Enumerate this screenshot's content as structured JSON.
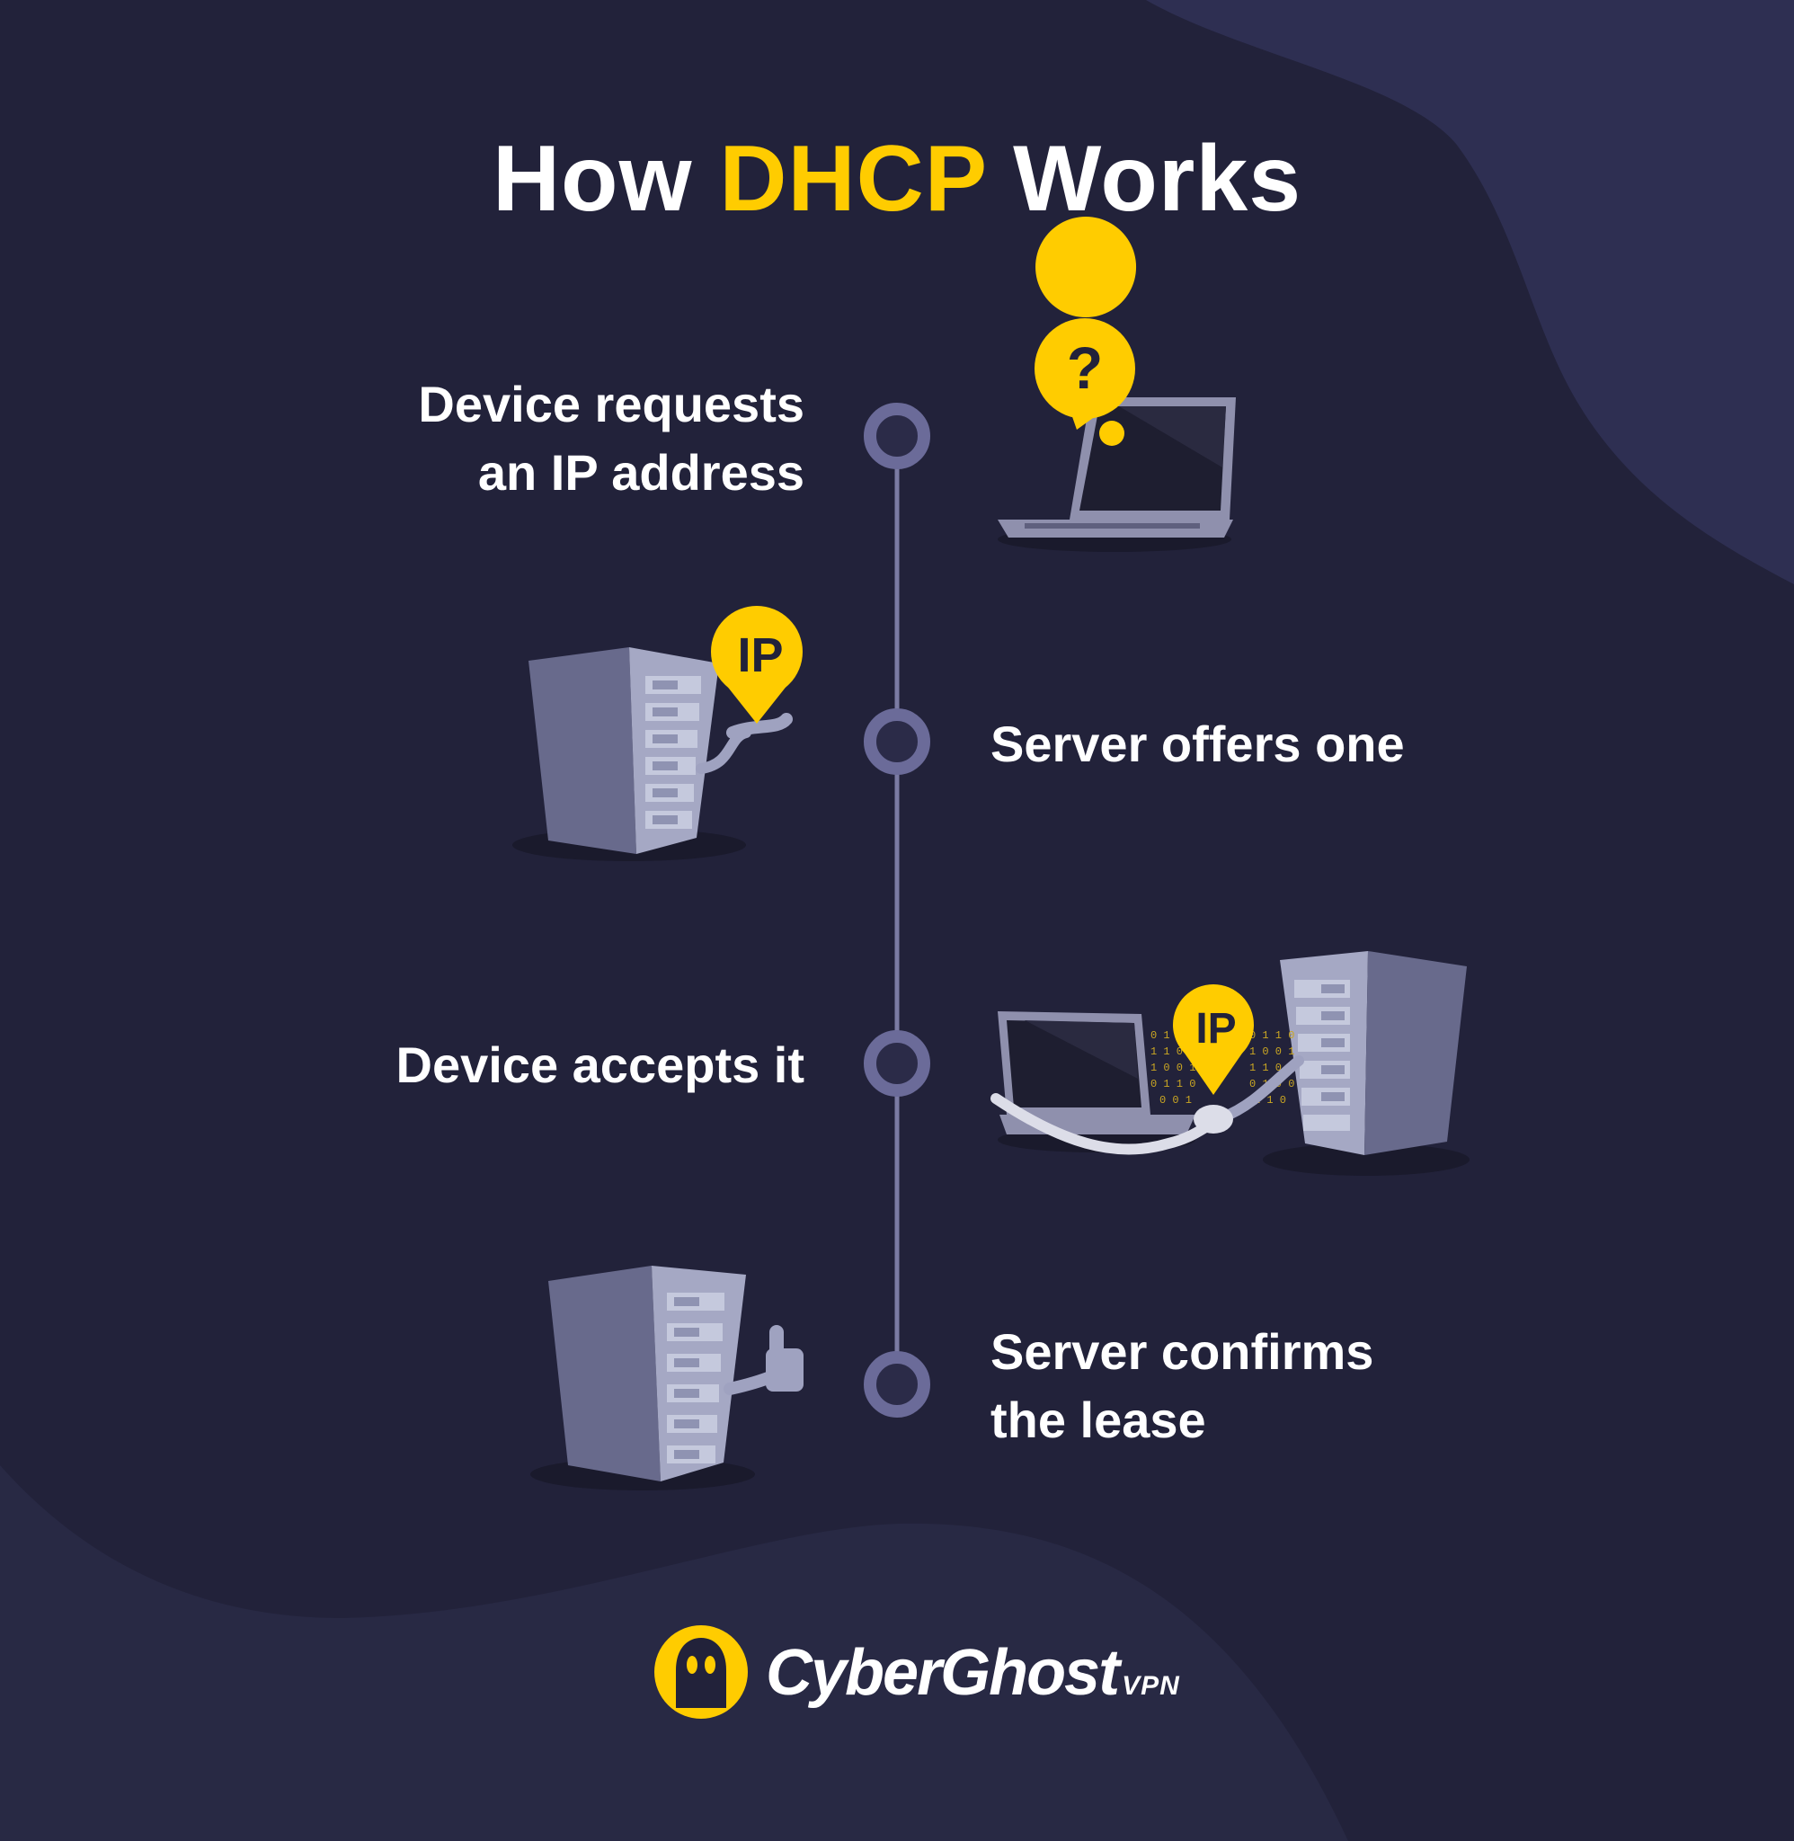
{
  "title": {
    "prefix": "How ",
    "highlight": "DHCP",
    "suffix": " Works"
  },
  "steps": [
    {
      "lines": [
        "Device requests",
        "an IP address"
      ],
      "side": "left",
      "illustration": "laptop-question-icon"
    },
    {
      "lines": [
        "Server offers one"
      ],
      "side": "right",
      "illustration": "server-offering-ip-icon"
    },
    {
      "lines": [
        "Device accepts it"
      ],
      "side": "left",
      "illustration": "laptop-server-handshake-icon"
    },
    {
      "lines": [
        "Server confirms",
        "the lease"
      ],
      "side": "right",
      "illustration": "server-thumbs-up-icon"
    }
  ],
  "badges": {
    "question": "?",
    "ip": "IP"
  },
  "logo": {
    "name": "CyberGhost",
    "suffix": "VPN"
  },
  "colors": {
    "background": "#22223a",
    "blob": "#2e2f52",
    "accent": "#ffcc00",
    "timeline": "#7b7ba3",
    "text": "#ffffff"
  }
}
